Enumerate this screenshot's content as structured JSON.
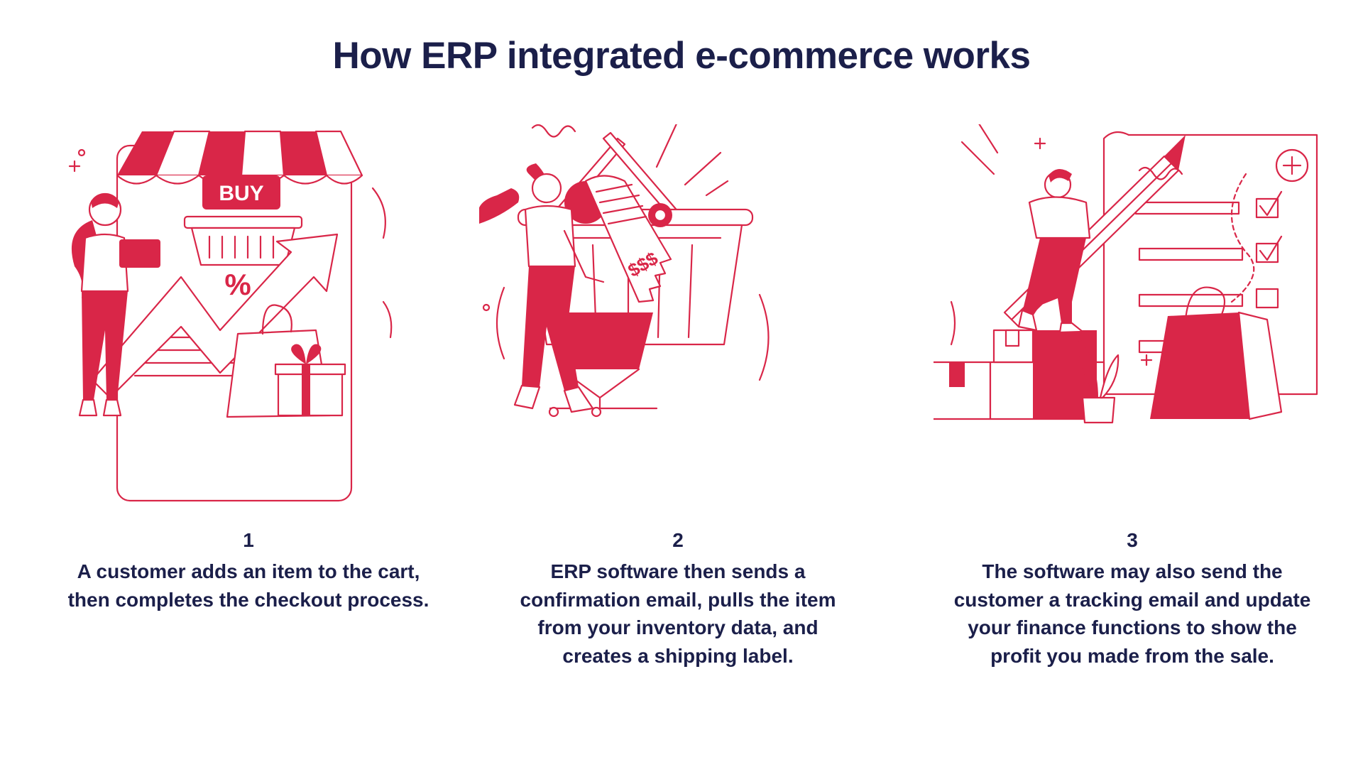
{
  "title": "How ERP integrated e-commerce works",
  "colors": {
    "accent": "#d92648",
    "text": "#1b1f4a",
    "background": "#ffffff"
  },
  "steps": [
    {
      "number": "1",
      "illustration": "online-store-shopping",
      "badge": "BUY",
      "symbol": "%",
      "lines": [
        "A customer adds an item to the cart,",
        "then completes the checkout process."
      ]
    },
    {
      "number": "2",
      "illustration": "basket-receipt-cart",
      "symbol": "$$$",
      "lines": [
        "ERP software then sends a",
        "confirmation email, pulls the item",
        "from your inventory data, and",
        "creates a shipping label."
      ]
    },
    {
      "number": "3",
      "illustration": "checklist-pencil-packages",
      "lines": [
        "The software may also send the",
        "customer a tracking email and update",
        "your finance functions to show the",
        "profit you made from the sale."
      ]
    }
  ]
}
